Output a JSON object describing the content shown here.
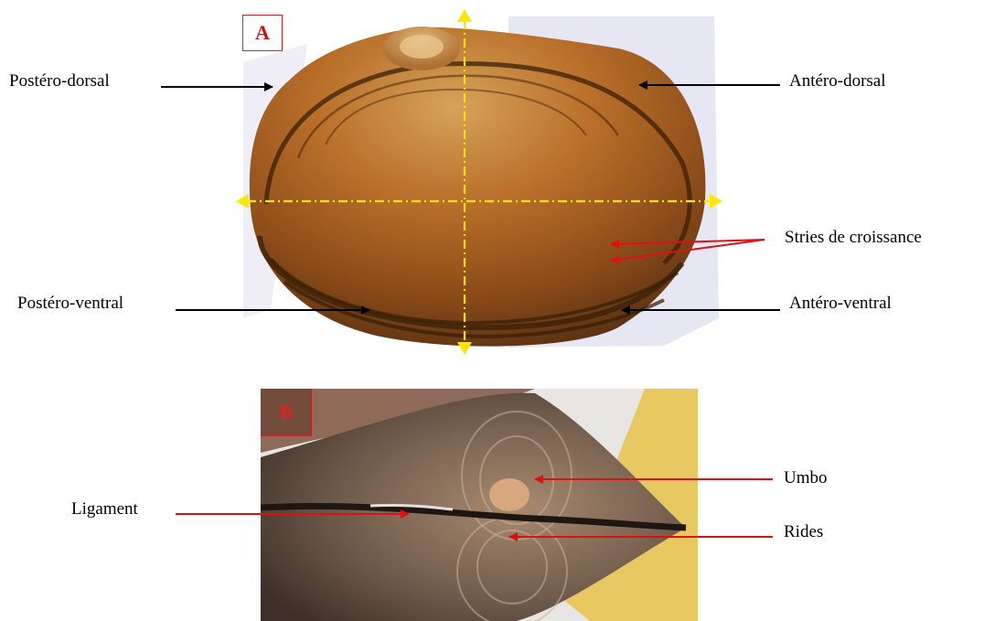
{
  "panel_a": {
    "tag": "A",
    "labels": {
      "postero_dorsal": "Postéro-dorsal",
      "antero_dorsal": "Antéro-dorsal",
      "stries": "Stries de croissance",
      "postero_ventral": "Postéro-ventral",
      "antero_ventral": "Antéro-ventral"
    }
  },
  "panel_b": {
    "tag": "B",
    "labels": {
      "umbo": "Umbo",
      "ligament": "Ligament",
      "rides": "Rides"
    }
  },
  "colors": {
    "black_arrow": "#000000",
    "red_arrow": "#e01010",
    "axis": "#ffe600",
    "tag_border": "#e02020"
  }
}
